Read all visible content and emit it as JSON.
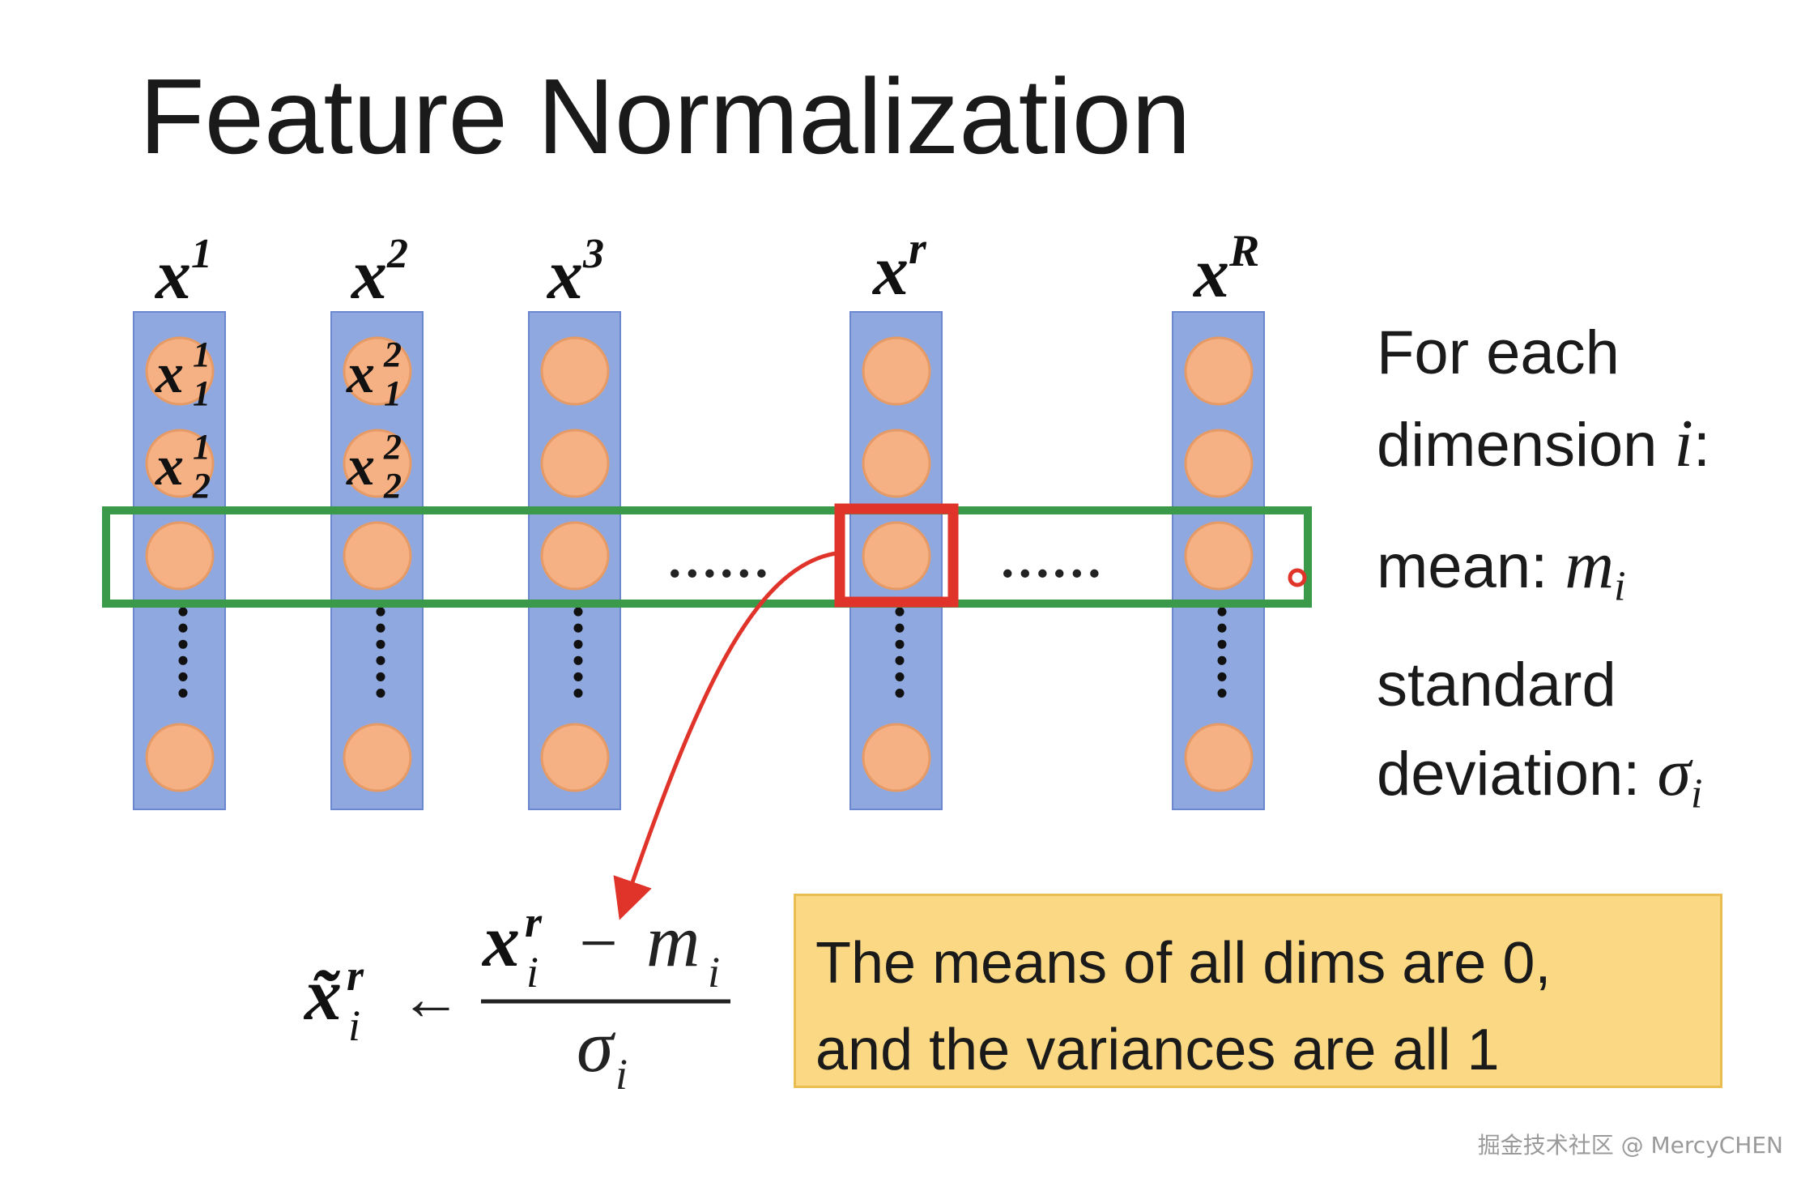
{
  "title": "Feature Normalization",
  "columns": [
    {
      "label_base": "x",
      "label_sup": "1",
      "cell1_sup": "1",
      "cell1_sub": "1",
      "cell2_sup": "1",
      "cell2_sub": "2"
    },
    {
      "label_base": "x",
      "label_sup": "2",
      "cell1_sup": "2",
      "cell1_sub": "1",
      "cell2_sup": "2",
      "cell2_sub": "2"
    },
    {
      "label_base": "x",
      "label_sup": "3"
    },
    {
      "label_base": "x",
      "label_sup": "r"
    },
    {
      "label_base": "x",
      "label_sup": "R"
    }
  ],
  "horizontal_ellipsis": "……",
  "side_text": {
    "line1": "For each",
    "line2": "dimension",
    "line2_var": "i",
    "line2_suffix": ":",
    "mean_label": "mean:",
    "mean_var": "m",
    "mean_sub": "i",
    "std_line1": "standard",
    "std_line2": "deviation:",
    "std_var": "σ",
    "std_sub": "i"
  },
  "formula": {
    "lhs_var": "x̃",
    "lhs_sup": "r",
    "lhs_sub": "i",
    "arrow": "←",
    "num_var": "x",
    "num_sup": "r",
    "num_sub": "i",
    "minus": "−",
    "num_mean": "m",
    "num_mean_sub": "i",
    "den_var": "σ",
    "den_sub": "i"
  },
  "note": {
    "line1": "The means of all dims are 0,",
    "line2": "and the variances are all 1"
  },
  "watermark": "掘金技术社区 @ MercyCHEN",
  "colors": {
    "column_fill": "#8fa9e0",
    "column_stroke": "#6b88cf",
    "node_fill": "#f5b083",
    "node_stroke": "#e69a66",
    "green_box": "#3a9a4a",
    "red_box": "#e0332a",
    "note_bg": "#fbd883"
  }
}
